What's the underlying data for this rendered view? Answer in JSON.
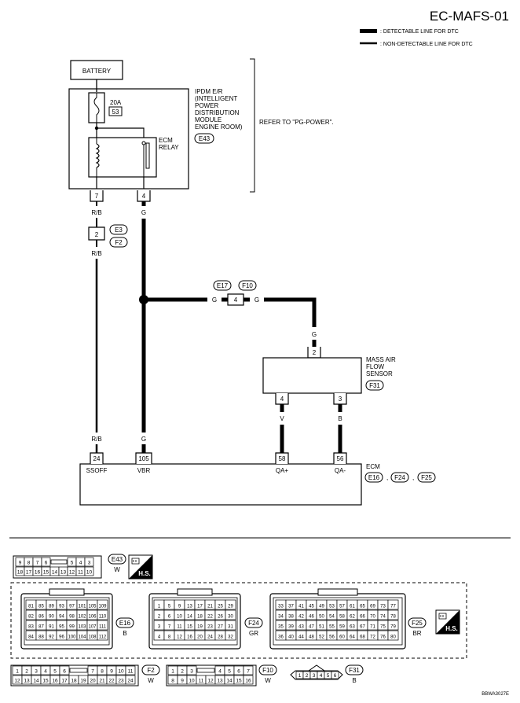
{
  "page_id": "EC-MAFS-01",
  "legend": {
    "detectable": ": DETECTABLE LINE FOR DTC",
    "non_detectable": ": NON-DETECTABLE LINE FOR DTC"
  },
  "battery": "BATTERY",
  "ipdm": {
    "label": [
      "IPDM E/R",
      "(INTELLIGENT",
      "POWER",
      "DISTRIBUTION",
      "MODULE",
      "ENGINE ROOM)"
    ],
    "connector": "E43",
    "fuse_amp": "20A",
    "fuse_no": "53",
    "relay": [
      "ECM",
      "RELAY"
    ],
    "pin_left": "7",
    "pin_right": "4"
  },
  "refer": "REFER TO \"PG-POWER\".",
  "wires": {
    "rb_top": "R/B",
    "g_top": "G",
    "rb_mid": "R/B",
    "g_left": "G",
    "g_right": "G",
    "g_sensor": "G",
    "rb_bottom": "R/B",
    "g_bottom": "G",
    "v": "V",
    "b": "B"
  },
  "joint_e3_f2": {
    "pin": "2",
    "c1": "E3",
    "c2": "F2"
  },
  "joint_e17_f10": {
    "pin": "4",
    "c1": "E17",
    "c2": "F10"
  },
  "maf": {
    "label": [
      "MASS AIR",
      "FLOW",
      "SENSOR"
    ],
    "connector": "F31",
    "pin_top": "2",
    "pin_left": "4",
    "pin_right": "3"
  },
  "ecm": {
    "label": "ECM",
    "connectors": [
      "E16",
      "F24",
      "F25"
    ],
    "pins": [
      "24",
      "105",
      "58",
      "56"
    ],
    "pin_names": [
      "SSOFF",
      "VBR",
      "QA+",
      "QA-"
    ]
  },
  "connector_views": {
    "e43": {
      "id": "E43",
      "color": "W",
      "row1": [
        "9",
        "8",
        "7",
        "6",
        "",
        "5",
        "4",
        "3"
      ],
      "row2": [
        "18",
        "17",
        "16",
        "15",
        "14",
        "13",
        "12",
        "11",
        "10"
      ]
    },
    "e16": {
      "id": "E16",
      "color": "B",
      "rows": [
        [
          "81",
          "85",
          "89",
          "93",
          "97",
          "101",
          "105",
          "109"
        ],
        [
          "82",
          "86",
          "90",
          "94",
          "98",
          "102",
          "106",
          "110"
        ],
        [
          "83",
          "87",
          "91",
          "95",
          "99",
          "103",
          "107",
          "111"
        ],
        [
          "84",
          "88",
          "92",
          "96",
          "100",
          "104",
          "108",
          "112"
        ]
      ]
    },
    "f24": {
      "id": "F24",
      "color": "GR",
      "rows": [
        [
          "1",
          "5",
          "9",
          "13",
          "17",
          "21",
          "25",
          "29"
        ],
        [
          "2",
          "6",
          "10",
          "14",
          "18",
          "22",
          "26",
          "30"
        ],
        [
          "3",
          "7",
          "11",
          "15",
          "19",
          "23",
          "27",
          "31"
        ],
        [
          "4",
          "8",
          "12",
          "16",
          "20",
          "24",
          "28",
          "32"
        ]
      ]
    },
    "f25": {
      "id": "F25",
      "color": "BR",
      "rows": [
        [
          "33",
          "37",
          "41",
          "45",
          "49",
          "53",
          "57",
          "61",
          "65",
          "69",
          "73",
          "77"
        ],
        [
          "34",
          "38",
          "42",
          "46",
          "50",
          "54",
          "58",
          "62",
          "66",
          "70",
          "74",
          "78"
        ],
        [
          "35",
          "39",
          "43",
          "47",
          "51",
          "55",
          "59",
          "63",
          "67",
          "71",
          "75",
          "79"
        ],
        [
          "36",
          "40",
          "44",
          "48",
          "52",
          "56",
          "60",
          "64",
          "68",
          "72",
          "76",
          "80"
        ]
      ]
    },
    "f2": {
      "id": "F2",
      "color": "W",
      "row1": [
        "1",
        "2",
        "3",
        "4",
        "5",
        "6",
        "",
        "7",
        "8",
        "9",
        "10",
        "11"
      ],
      "row2": [
        "12",
        "13",
        "14",
        "15",
        "16",
        "17",
        "18",
        "19",
        "20",
        "21",
        "22",
        "23",
        "24"
      ]
    },
    "f10": {
      "id": "F10",
      "color": "W",
      "row1": [
        "1",
        "2",
        "3",
        "",
        "4",
        "5",
        "6",
        "7"
      ],
      "row2": [
        "8",
        "9",
        "10",
        "11",
        "12",
        "13",
        "14",
        "15",
        "16"
      ]
    },
    "f31": {
      "id": "F31",
      "color": "B",
      "pins": [
        "1",
        "2",
        "3",
        "4",
        "5",
        "6"
      ]
    }
  },
  "hs": "H.S.",
  "footer_code": "BBWA3027E"
}
